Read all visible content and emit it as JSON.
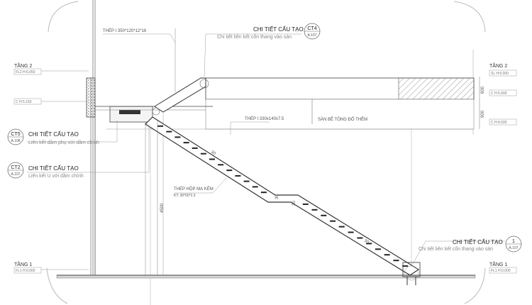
{
  "levels": {
    "left_top": {
      "name": "TẦNG 2",
      "elev": "FL2 H:6.050"
    },
    "left_top_beam": {
      "elev": "C  H:5.150"
    },
    "left_bottom": {
      "name": "TẦNG 1",
      "elev": "FL1 H:0.000"
    },
    "right_top": {
      "name": "TẦNG 2",
      "elev1": "SL  H:6.000",
      "elev2": "C  H:5.400",
      "elev3": "C  H:4.500"
    },
    "right_bottom": {
      "name": "TẦNG 1",
      "elev": "FL1 H:0.000"
    }
  },
  "annotations": {
    "top_beam": "THÉP I 350*120*12*16",
    "stringer": "THÉP I 330x140x7.5",
    "floor": "SÀN BÊ TÔNG ĐỔ THÊM",
    "tube_line1": "THÉP HỘP MẠ KẼM",
    "tube_line2": "KT: 30*60*2.3"
  },
  "dimensions": {
    "height": "4500",
    "slab": "600",
    "beam": "900",
    "stair_a": "30",
    "stair_b": "30",
    "stair_c": "30",
    "stair_d": "30"
  },
  "details": [
    {
      "code": "CT4",
      "sheet": "A.107",
      "title": "CHI TIẾT CẤU TẠO",
      "desc": "Chi tiết liên kết cổn thang vào sàn"
    },
    {
      "code": "CT5",
      "sheet": "A.108",
      "title": "CHI TIẾT CẤU TẠO",
      "desc": "Liên kết dầm phụ với dầm chính"
    },
    {
      "code": "CT2",
      "sheet": "A.107",
      "title": "CHI TIẾT CẤU TẠO",
      "desc": "Liên kết U với dầm chính"
    },
    {
      "code": "1",
      "sheet": "A.107",
      "title": "CHI TIẾT CẤU TẠO",
      "desc": "Chi tiết liên kết cổn thang vào sàn"
    }
  ]
}
